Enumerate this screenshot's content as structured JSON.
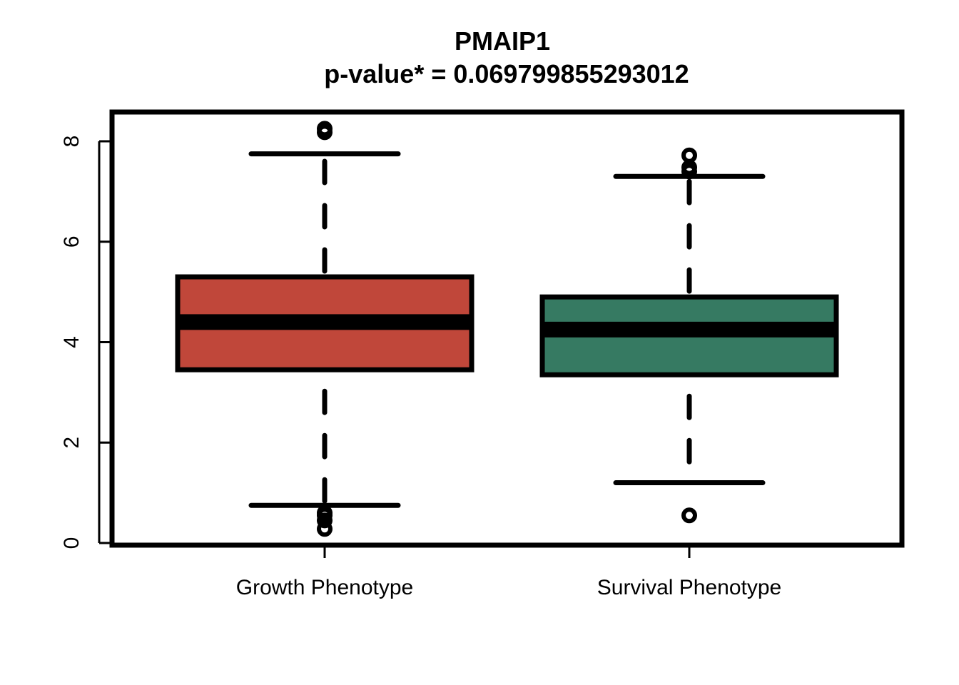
{
  "chart_data": {
    "type": "boxplot",
    "title": "PMAIP1",
    "subtitle": "p-value* = 0.069799855293012",
    "xlabel": "",
    "ylabel": "",
    "ylim": [
      0,
      8.6
    ],
    "y_ticks": [
      "0",
      "2",
      "4",
      "6",
      "8"
    ],
    "categories": [
      "Growth Phenotype",
      "Survival Phenotype"
    ],
    "boxes": [
      {
        "label": "Growth Phenotype",
        "color": "#C0473A",
        "whisker_low": 0.75,
        "q1": 3.45,
        "median": 4.4,
        "q3": 5.3,
        "whisker_high": 7.75,
        "outliers": [
          0.28,
          0.45,
          0.55,
          0.6,
          8.18,
          8.25
        ]
      },
      {
        "label": "Survival Phenotype",
        "color": "#367A62",
        "whisker_low": 1.2,
        "q1": 3.35,
        "median": 4.25,
        "q3": 4.9,
        "whisker_high": 7.3,
        "outliers": [
          0.55,
          7.4,
          7.48,
          7.72
        ]
      }
    ]
  }
}
